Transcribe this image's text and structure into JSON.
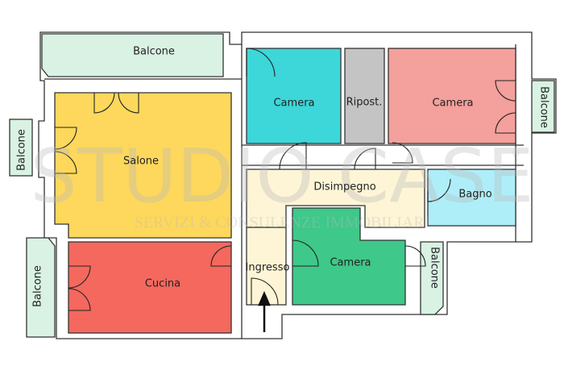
{
  "rooms": {
    "balcone_top": {
      "label": "Balcone",
      "color": "#d9f2e3"
    },
    "camera_teal": {
      "label": "Camera",
      "color": "#3dd6d9"
    },
    "ripostiglio": {
      "label": "Ripost.",
      "color": "#c4c4c4"
    },
    "camera_red": {
      "label": "Camera",
      "color": "#f4a09c"
    },
    "balcone_right_top": {
      "label": "Balcone",
      "color": "#d9f2e3"
    },
    "balcone_left_top": {
      "label": "Balcone",
      "color": "#d9f2e3"
    },
    "salone": {
      "label": "Salone",
      "color": "#fdd85c"
    },
    "disimpegno": {
      "label": "Disimpegno",
      "color": "#fdf5d5"
    },
    "bagno": {
      "label": "Bagno",
      "color": "#aeeef8"
    },
    "ingresso": {
      "label": "Ingresso",
      "color": "#fdf5d5"
    },
    "camera_green": {
      "label": "Camera",
      "color": "#3ec88a"
    },
    "balcone_right_bottom": {
      "label": "Balcone",
      "color": "#d9f2e3"
    },
    "balcone_left_bottom": {
      "label": "Balcone",
      "color": "#d9f2e3"
    },
    "cucina": {
      "label": "Cucina",
      "color": "#f4685e"
    }
  },
  "watermark": {
    "brand": "STUDIO CASE",
    "mark": "®",
    "tagline": "SERVIZI & CONSULENZE IMMOBILIARI"
  }
}
